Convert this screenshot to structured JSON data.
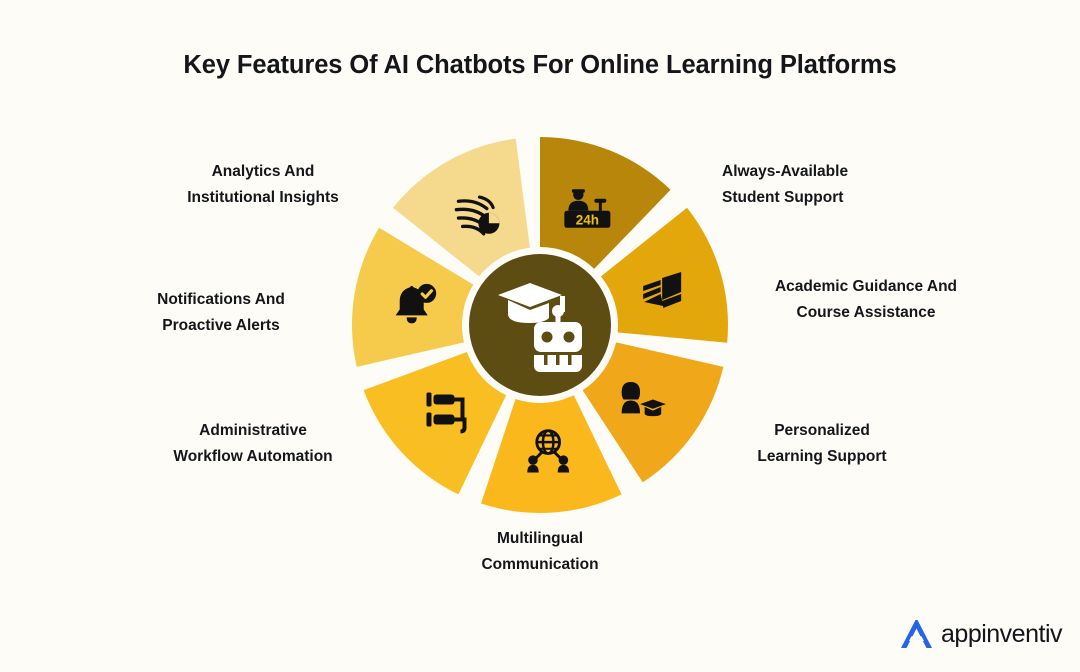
{
  "page": {
    "title": "Key Features Of AI Chatbots For Online Learning Platforms",
    "background_color": "#FDFCF7",
    "text_color": "#15161A"
  },
  "chart_data": {
    "type": "pie",
    "title": "Key Features Of AI Chatbots For Online Learning Platforms",
    "subtitle": "",
    "xlabel": "",
    "ylabel": "",
    "legend_position": "around-segments",
    "grid": false,
    "segment_count": 7,
    "equal_segments": true,
    "segment_angle_degrees": 51.43,
    "categories": [
      "Always-Available Student Support",
      "Academic Guidance And Course Assistance",
      "Personalized Learning Support",
      "Multilingual Communication",
      "Administrative Workflow Automation",
      "Notifications And Proactive Alerts",
      "Analytics And Institutional Insights"
    ],
    "values": [
      1,
      1,
      1,
      1,
      1,
      1,
      1
    ],
    "colors": [
      "#B8860B",
      "#E3A70B",
      "#F0A81A",
      "#FAB81C",
      "#F9BE22",
      "#F6CB4B",
      "#F5DA8E"
    ]
  },
  "center": {
    "icon": "graduation-robot-icon",
    "fill_color": "#5E4D12",
    "icon_color": "#FFFFFF"
  },
  "segments": [
    {
      "id": "always-available-student-support",
      "icon": "support-desk-24h-icon",
      "color": "#B8860B",
      "label_line1": "Always-Available",
      "label_line2": "Student Support"
    },
    {
      "id": "academic-guidance-course-assistance",
      "icon": "open-book-icon",
      "color": "#E3A70B",
      "label_line1": "Academic Guidance And",
      "label_line2": "Course Assistance"
    },
    {
      "id": "personalized-learning-support",
      "icon": "student-graduate-icon",
      "color": "#F0A81A",
      "label_line1": "Personalized",
      "label_line2": "Learning Support"
    },
    {
      "id": "multilingual-communication",
      "icon": "globe-people-icon",
      "color": "#FAB81C",
      "label_line1": "Multilingual",
      "label_line2": "Communication"
    },
    {
      "id": "administrative-workflow-automation",
      "icon": "workflow-diagram-icon",
      "color": "#F9BE22",
      "label_line1": "Administrative",
      "label_line2": "Workflow Automation"
    },
    {
      "id": "notifications-proactive-alerts",
      "icon": "bell-check-icon",
      "color": "#F6CB4B",
      "label_line1": "Notifications And",
      "label_line2": "Proactive Alerts"
    },
    {
      "id": "analytics-institutional-insights",
      "icon": "analytics-speed-icon",
      "color": "#F5DA8E",
      "label_line1": "Analytics And",
      "label_line2": "Institutional Insights"
    }
  ],
  "logo": {
    "mark": "appinventiv-a-mark-icon",
    "wordmark": "appinventiv",
    "mark_color": "#2563EB"
  }
}
